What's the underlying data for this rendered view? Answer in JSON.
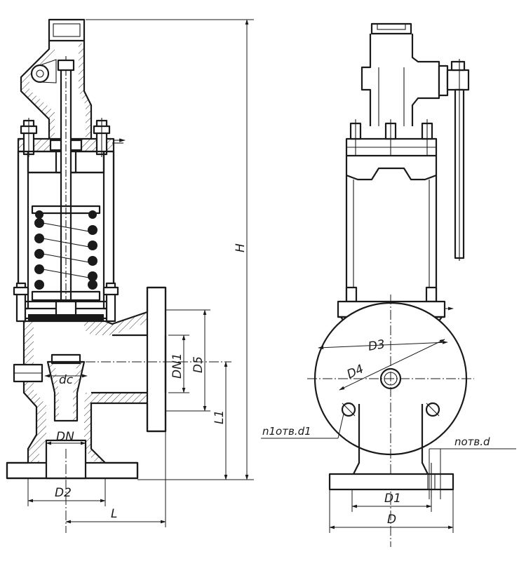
{
  "drawing": {
    "side_view": {
      "labels": {
        "H": "H",
        "DN1": "DN1",
        "D5": "D5",
        "L1": "L1",
        "dc": "dc",
        "DN": "DN",
        "D2": "D2",
        "L": "L"
      }
    },
    "front_view": {
      "labels": {
        "D3": "D3",
        "D4": "D4",
        "n1_holes": "n1отв.d1",
        "n_holes": "nотв.d",
        "D1": "D1",
        "D": "D"
      }
    }
  }
}
